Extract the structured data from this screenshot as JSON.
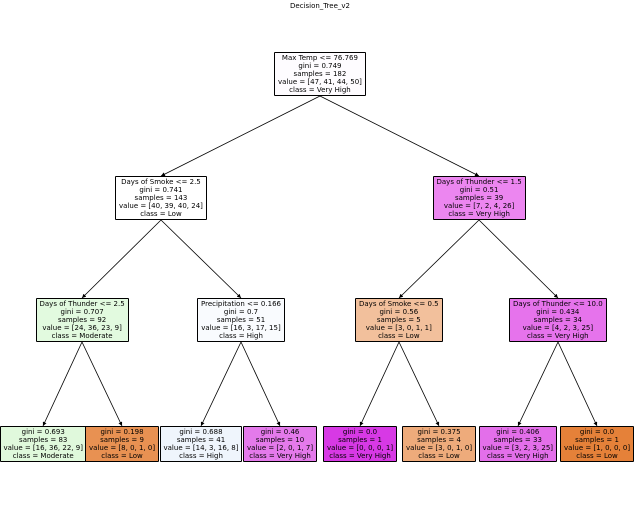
{
  "title": "Decision_Tree_v2",
  "colors": {
    "edge": "#000000",
    "border": "#000000"
  },
  "nodes": [
    {
      "id": "n0",
      "lines": [
        "Max Temp <= 76.769",
        "gini = 0.749",
        "samples = 182",
        "value = [47, 41, 44, 50]",
        "class = Very High"
      ],
      "fill": "#fefcff"
    },
    {
      "id": "n1",
      "lines": [
        "Days of Smoke <= 2.5",
        "gini = 0.741",
        "samples = 143",
        "value = [40, 39, 40, 24]",
        "class = Low"
      ],
      "fill": "#ffffff"
    },
    {
      "id": "n2",
      "lines": [
        "Days of Thunder <= 1.5",
        "gini = 0.51",
        "samples = 39",
        "value = [7, 2, 4, 26]",
        "class = Very High"
      ],
      "fill": "#ec86f0"
    },
    {
      "id": "n3",
      "lines": [
        "Days of Thunder <= 2.5",
        "gini = 0.707",
        "samples = 92",
        "value = [24, 36, 23, 9]",
        "class = Moderate"
      ],
      "fill": "#e2fadf"
    },
    {
      "id": "n4",
      "lines": [
        "Precipitation <= 0.166",
        "gini = 0.7",
        "samples = 51",
        "value = [16, 3, 17, 15]",
        "class = High"
      ],
      "fill": "#f9fbfe"
    },
    {
      "id": "n5",
      "lines": [
        "Days of Smoke <= 0.5",
        "gini = 0.56",
        "samples = 5",
        "value = [3, 0, 1, 1]",
        "class = Low"
      ],
      "fill": "#f2c09c"
    },
    {
      "id": "n6",
      "lines": [
        "Days of Thunder <= 10.0",
        "gini = 0.434",
        "samples = 34",
        "value = [4, 2, 3, 25]",
        "class = Very High"
      ],
      "fill": "#e673ec"
    },
    {
      "id": "n7",
      "lines": [
        "gini = 0.693",
        "samples = 83",
        "value = [16, 36, 22, 9]",
        "class = Moderate"
      ],
      "fill": "#e0f9dc"
    },
    {
      "id": "n8",
      "lines": [
        "gini = 0.198",
        "samples = 9",
        "value = [8, 0, 1, 0]",
        "class = Low"
      ],
      "fill": "#e89152"
    },
    {
      "id": "n9",
      "lines": [
        "gini = 0.688",
        "samples = 41",
        "value = [14, 3, 16, 8]",
        "class = High"
      ],
      "fill": "#eff5fc"
    },
    {
      "id": "n10",
      "lines": [
        "gini = 0.46",
        "samples = 10",
        "value = [2, 0, 1, 7]",
        "class = Very High"
      ],
      "fill": "#e47aeb"
    },
    {
      "id": "n11",
      "lines": [
        "gini = 0.0",
        "samples = 1",
        "value = [0, 0, 0, 1]",
        "class = Very High"
      ],
      "fill": "#d739e5"
    },
    {
      "id": "n12",
      "lines": [
        "gini = 0.375",
        "samples = 4",
        "value = [3, 0, 1, 0]",
        "class = Low"
      ],
      "fill": "#eeab7b"
    },
    {
      "id": "n13",
      "lines": [
        "gini = 0.406",
        "samples = 33",
        "value = [3, 2, 3, 25]",
        "class = Very High"
      ],
      "fill": "#e36fea"
    },
    {
      "id": "n14",
      "lines": [
        "gini = 0.0",
        "samples = 1",
        "value = [1, 0, 0, 0]",
        "class = Low"
      ],
      "fill": "#e58139"
    }
  ],
  "edges": [
    [
      "n0",
      "n1"
    ],
    [
      "n0",
      "n2"
    ],
    [
      "n1",
      "n3"
    ],
    [
      "n1",
      "n4"
    ],
    [
      "n2",
      "n5"
    ],
    [
      "n2",
      "n6"
    ],
    [
      "n3",
      "n7"
    ],
    [
      "n3",
      "n8"
    ],
    [
      "n4",
      "n9"
    ],
    [
      "n4",
      "n10"
    ],
    [
      "n5",
      "n11"
    ],
    [
      "n5",
      "n12"
    ],
    [
      "n6",
      "n13"
    ],
    [
      "n6",
      "n14"
    ]
  ]
}
